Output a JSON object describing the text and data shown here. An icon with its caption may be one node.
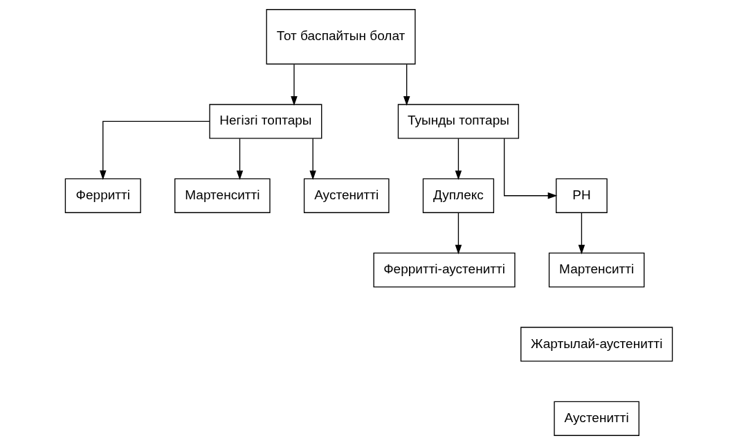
{
  "diagram": {
    "nodes": [
      {
        "text": [
          "Тот баспайтын болат"
        ]
      },
      {
        "text": [
          "Негізгі топтары"
        ]
      },
      {
        "text": [
          "Туынды топтары"
        ]
      },
      {
        "text": [
          "Ферритті"
        ]
      },
      {
        "text": [
          "Мартенситті"
        ]
      },
      {
        "text": [
          "Аустенитті"
        ]
      },
      {
        "text": [
          "Дуплекс"
        ]
      },
      {
        "text": [
          "PH"
        ]
      },
      {
        "text": [
          "Ферритті-аустенитті"
        ]
      },
      {
        "text": [
          "Мартенситті"
        ]
      },
      {
        "text": [
          "Жартылай-аустенитті"
        ]
      },
      {
        "text": [
          "Аустенитті"
        ]
      }
    ],
    "edges": [
      {
        "from": 0,
        "to": 1,
        "arrow": "to"
      },
      {
        "from": 0,
        "to": 2,
        "arrow": "to"
      },
      {
        "from": 1,
        "to": 3,
        "arrow": "to"
      },
      {
        "from": 1,
        "to": 4,
        "arrow": "to"
      },
      {
        "from": 1,
        "to": 5,
        "arrow": "to"
      },
      {
        "from": 2,
        "to": 6,
        "arrow": "to"
      },
      {
        "from": 2,
        "to": 7,
        "arrow": "to"
      },
      {
        "from": 6,
        "to": 8,
        "arrow": "to"
      },
      {
        "from": 7,
        "to": 9,
        "arrow": "to"
      }
    ]
  }
}
